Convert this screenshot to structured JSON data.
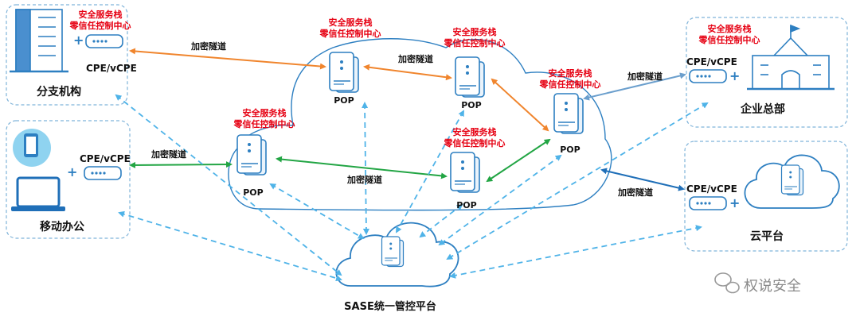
{
  "colors": {
    "site_border": "#7fb3d9",
    "cloud_stroke": "#2d7fc1",
    "server_fill": "#eaf3fb",
    "orange_tunnel": "#f0852d",
    "green_tunnel": "#22a544",
    "blue_tunnel": "#6b9fcd",
    "dark_blue_tunnel": "#1f6fb8",
    "mgmt_dashed": "#4fb3e8",
    "red_label": "#e60012"
  },
  "stack_label": {
    "line1": "安全服务栈",
    "line2": "零信任控制中心"
  },
  "pops": [
    {
      "id": "pop-1",
      "label": "POP"
    },
    {
      "id": "pop-2",
      "label": "POP"
    },
    {
      "id": "pop-3",
      "label": "POP"
    },
    {
      "id": "pop-4",
      "label": "POP"
    },
    {
      "id": "pop-5",
      "label": "POP"
    }
  ],
  "tunnel_label": "加密隧道",
  "cpe_label": "CPE/vCPE",
  "sites": {
    "branch": {
      "name": "分支机构",
      "icon": "office-building-icon"
    },
    "mobile": {
      "name": "移动办公",
      "icon": "mobile-laptop-icon"
    },
    "hq": {
      "name": "企业总部",
      "icon": "headquarters-building-icon"
    },
    "cloud": {
      "name": "云平台",
      "icon": "cloud-server-icon"
    }
  },
  "sase_platform": {
    "name": "SASE统一管控平台",
    "icon": "cloud-server-icon"
  },
  "watermark": {
    "text": "权说安全",
    "icon": "wechat-icon"
  }
}
